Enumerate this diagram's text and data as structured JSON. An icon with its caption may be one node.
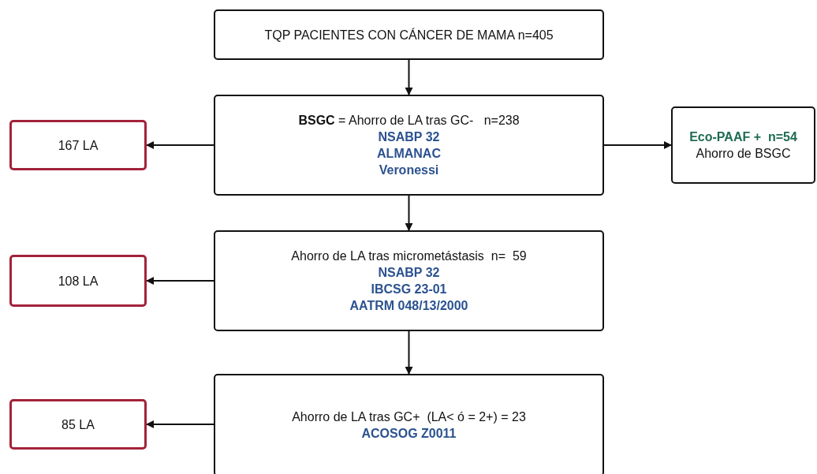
{
  "diagram": {
    "nodes": [
      {
        "text": [
          "TQP PACIENTES CON CÁNCER DE MAMA n=405"
        ]
      },
      {
        "text": [
          "167 LA"
        ]
      },
      {
        "text": [
          "**BSGC** = Ahorro de LA tras GC-   n=238",
          "NSABP 32",
          "ALMANAC",
          "Veronessi"
        ]
      },
      {
        "text": [
          "Eco-PAAF +  n=54",
          "Ahorro de BSGC"
        ]
      },
      {
        "text": [
          "108 LA"
        ]
      },
      {
        "text": [
          "Ahorro de LA tras micrometástasis  n=  59",
          "NSABP 32",
          "IBCSG 23-01",
          "AATRM 048/13/2000"
        ]
      },
      {
        "text": [
          "85 LA"
        ]
      },
      {
        "text": [
          "Ahorro de LA tras GC+  (LA< ó = 2+) = 23",
          "ACOSOG Z0011"
        ]
      }
    ],
    "edges": [
      {
        "from": 0,
        "to": 2,
        "arrow": "to"
      },
      {
        "from": 2,
        "to": 1,
        "arrow": "to"
      },
      {
        "from": 2,
        "to": 3,
        "arrow": "to"
      },
      {
        "from": 2,
        "to": 5,
        "arrow": "to"
      },
      {
        "from": 5,
        "to": 4,
        "arrow": "to"
      },
      {
        "from": 5,
        "to": 7,
        "arrow": "to"
      },
      {
        "from": 7,
        "to": 6,
        "arrow": "to"
      }
    ]
  }
}
